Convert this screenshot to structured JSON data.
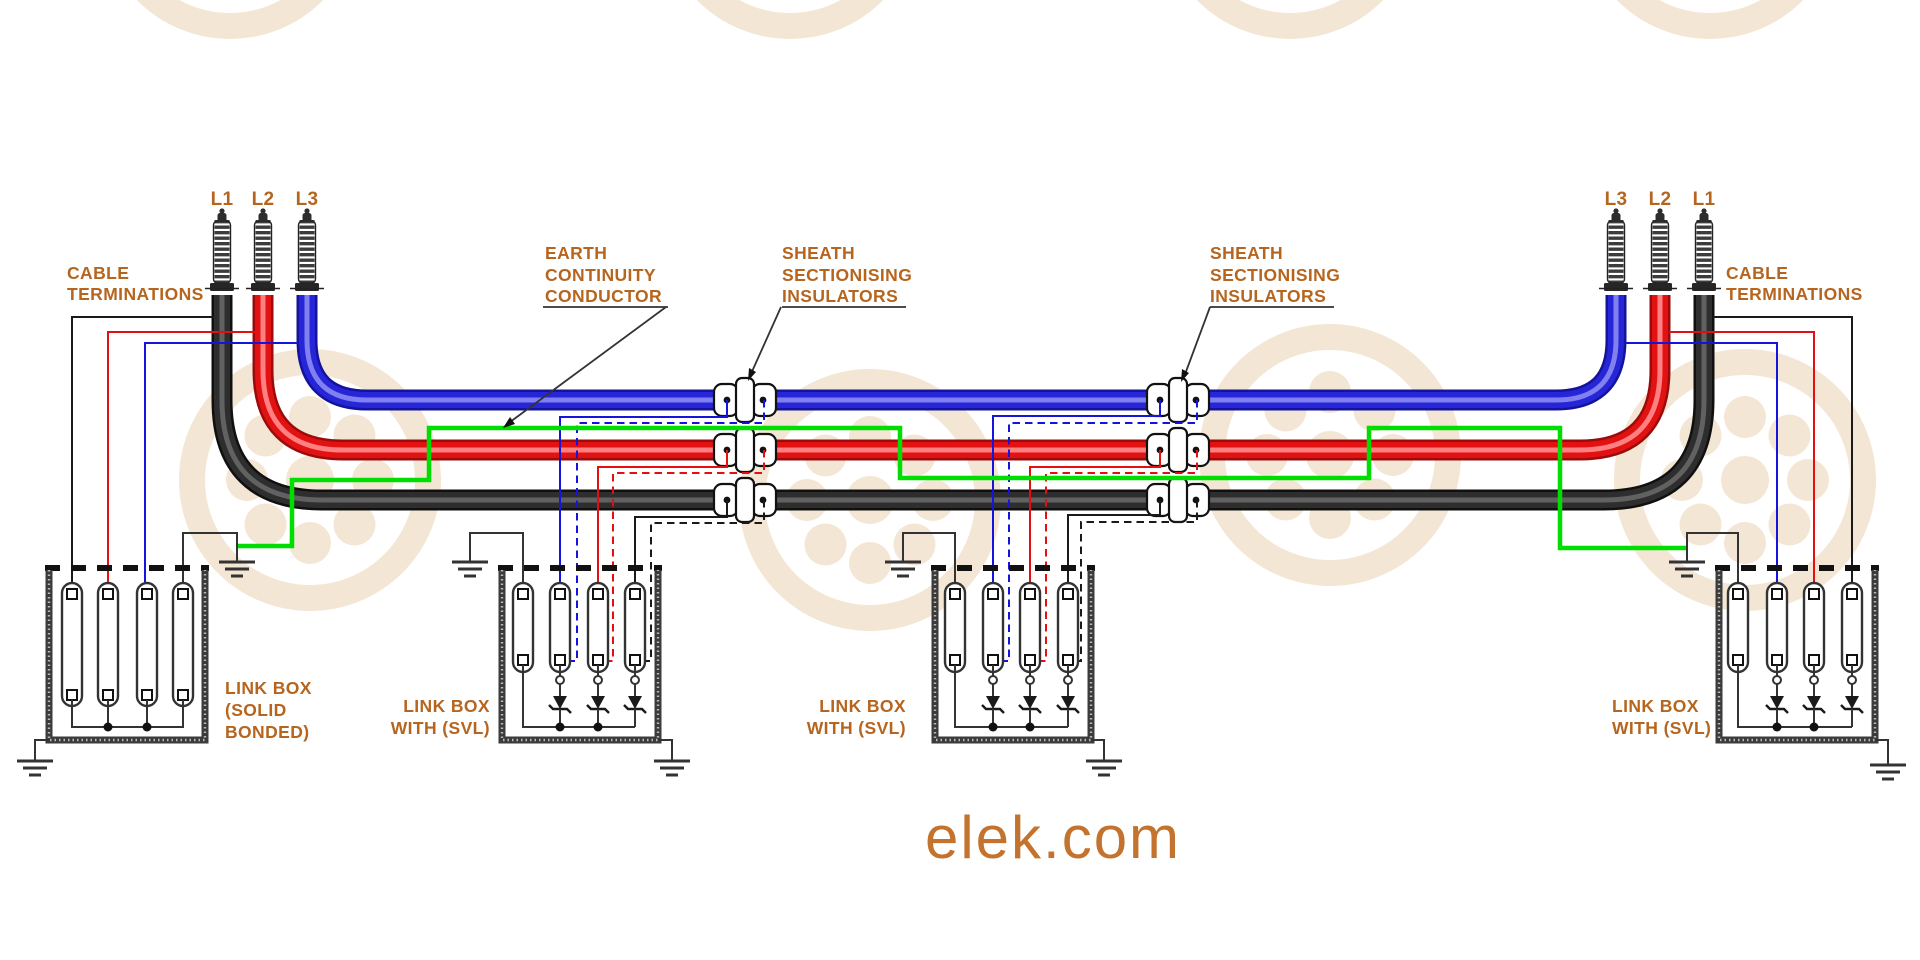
{
  "diagram": {
    "phases_left": [
      "L1",
      "L2",
      "L3"
    ],
    "phases_right": [
      "L3",
      "L2",
      "L1"
    ],
    "annotations": {
      "cable_terminations_left": {
        "lines": [
          "CABLE",
          "TERMINATIONS"
        ]
      },
      "cable_terminations_right": {
        "lines": [
          "CABLE",
          "TERMINATIONS"
        ]
      },
      "earth_continuity": {
        "lines": [
          "EARTH",
          "CONTINUITY",
          "CONDUCTOR"
        ]
      },
      "sheath_insulators_1": {
        "lines": [
          "SHEATH",
          "SECTIONISING",
          "INSULATORS"
        ]
      },
      "sheath_insulators_2": {
        "lines": [
          "SHEATH",
          "SECTIONISING",
          "INSULATORS"
        ]
      },
      "link_box_1": {
        "lines": [
          "LINK BOX",
          "(SOLID",
          "BONDED)"
        ]
      },
      "link_box_2": {
        "lines": [
          "LINK BOX",
          "WITH (SVL)"
        ]
      },
      "link_box_3": {
        "lines": [
          "LINK BOX",
          "WITH (SVL)"
        ]
      },
      "link_box_4": {
        "lines": [
          "LINK BOX",
          "WITH (SVL)"
        ]
      }
    },
    "brand": "elek.com",
    "colors": {
      "label_orange": "#B6651E",
      "brand_orange": "#C3732D",
      "cable_black": "#2E2E2E",
      "cable_red": "#E31212",
      "cable_blue": "#2626D8",
      "earth_conductor_green": "#00DD00",
      "watermark_peach": "#F2E0CA"
    }
  }
}
